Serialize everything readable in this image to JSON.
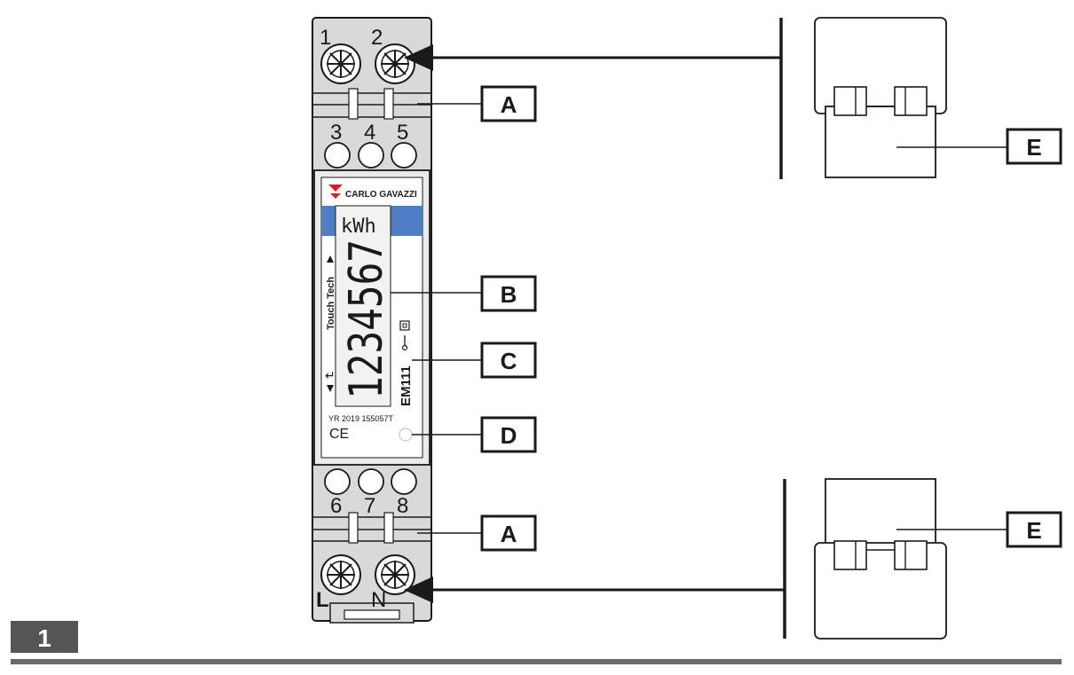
{
  "figure_number": "1",
  "device": {
    "brand": "CARLO GAVAZZI",
    "model": "EM111",
    "touch_label": "Touch Tech",
    "display_unit": "kWh",
    "display_value": "1234567",
    "serial": "YR 2019 155057T",
    "ce_mark": "CE",
    "terminals_top": [
      "1",
      "2"
    ],
    "terminals_mid": [
      "3",
      "4",
      "5"
    ],
    "terminals_low": [
      "6",
      "7",
      "8"
    ],
    "terminals_bottom": [
      "L",
      "N"
    ]
  },
  "callouts": {
    "a_top": "A",
    "b": "B",
    "c": "C",
    "d": "D",
    "a_bottom": "A",
    "e_top": "E",
    "e_bottom": "E"
  },
  "colors": {
    "body": "#d9d9d9",
    "panel": "#e6e6e6",
    "blue_band": "#4f7ec4",
    "logo_red": "#d42027",
    "line": "#1a1a1a",
    "footer_box": "#555555",
    "rule": "#6a6a6a"
  }
}
